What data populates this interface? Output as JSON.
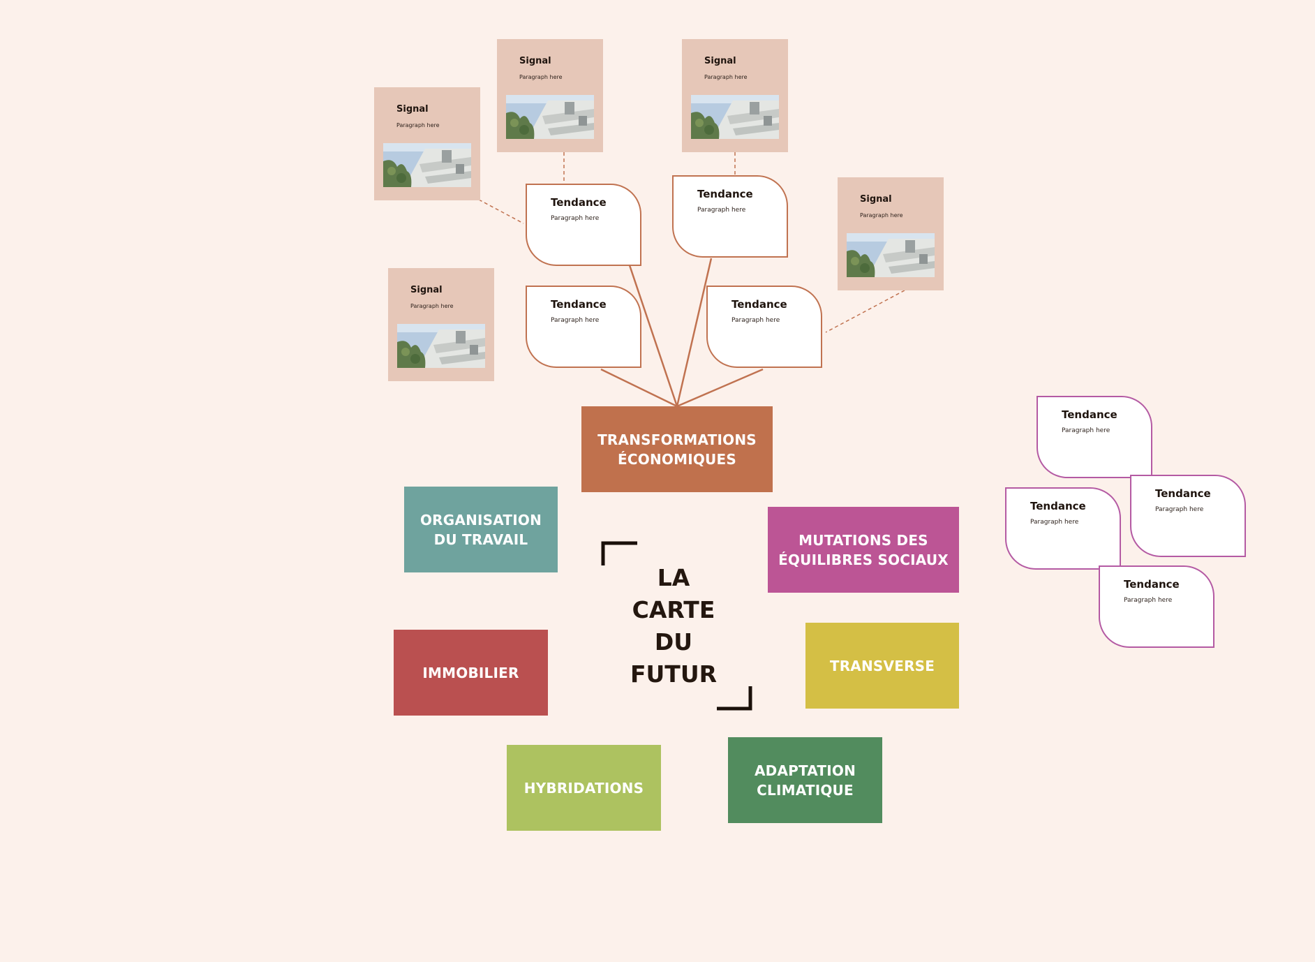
{
  "title": "LA\nCARTE\nDU\nFUTUR",
  "categories": {
    "transformations": "TRANSFORMATIONS\nÉCONOMIQUES",
    "organisation": "ORGANISATION\nDU TRAVAIL",
    "mutations": "MUTATIONS DES\nÉQUILIBRES SOCIAUX",
    "immobilier": "IMMOBILIER",
    "transverse": "TRANSVERSE",
    "hybridations": "HYBRIDATIONS",
    "adaptation": "ADAPTATION\nCLIMATIQUE"
  },
  "category_colors": {
    "transformations": "#c0714d",
    "organisation": "#6fa39e",
    "mutations": "#bc5595",
    "immobilier": "#ba5050",
    "transverse": "#d4bf45",
    "hybridations": "#adc260",
    "adaptation": "#528c5e"
  },
  "signals": [
    {
      "title": "Signal",
      "paragraph": "Paragraph here"
    },
    {
      "title": "Signal",
      "paragraph": "Paragraph here"
    },
    {
      "title": "Signal",
      "paragraph": "Paragraph here"
    },
    {
      "title": "Signal",
      "paragraph": "Paragraph here"
    },
    {
      "title": "Signal",
      "paragraph": "Paragraph here"
    }
  ],
  "tendances_brown": [
    {
      "title": "Tendance",
      "paragraph": "Paragraph here"
    },
    {
      "title": "Tendance",
      "paragraph": "Paragraph here"
    },
    {
      "title": "Tendance",
      "paragraph": "Paragraph here"
    },
    {
      "title": "Tendance",
      "paragraph": "Paragraph here"
    }
  ],
  "tendances_pink": [
    {
      "title": "Tendance",
      "paragraph": "Paragraph here"
    },
    {
      "title": "Tendance",
      "paragraph": "Paragraph here"
    },
    {
      "title": "Tendance",
      "paragraph": "Paragraph here"
    },
    {
      "title": "Tendance",
      "paragraph": "Paragraph here"
    }
  ],
  "colors": {
    "background": "#fcf1eb",
    "signal_card": "#e6c7b8",
    "connector": "#c07250",
    "pink_outline": "#b45aa3"
  }
}
